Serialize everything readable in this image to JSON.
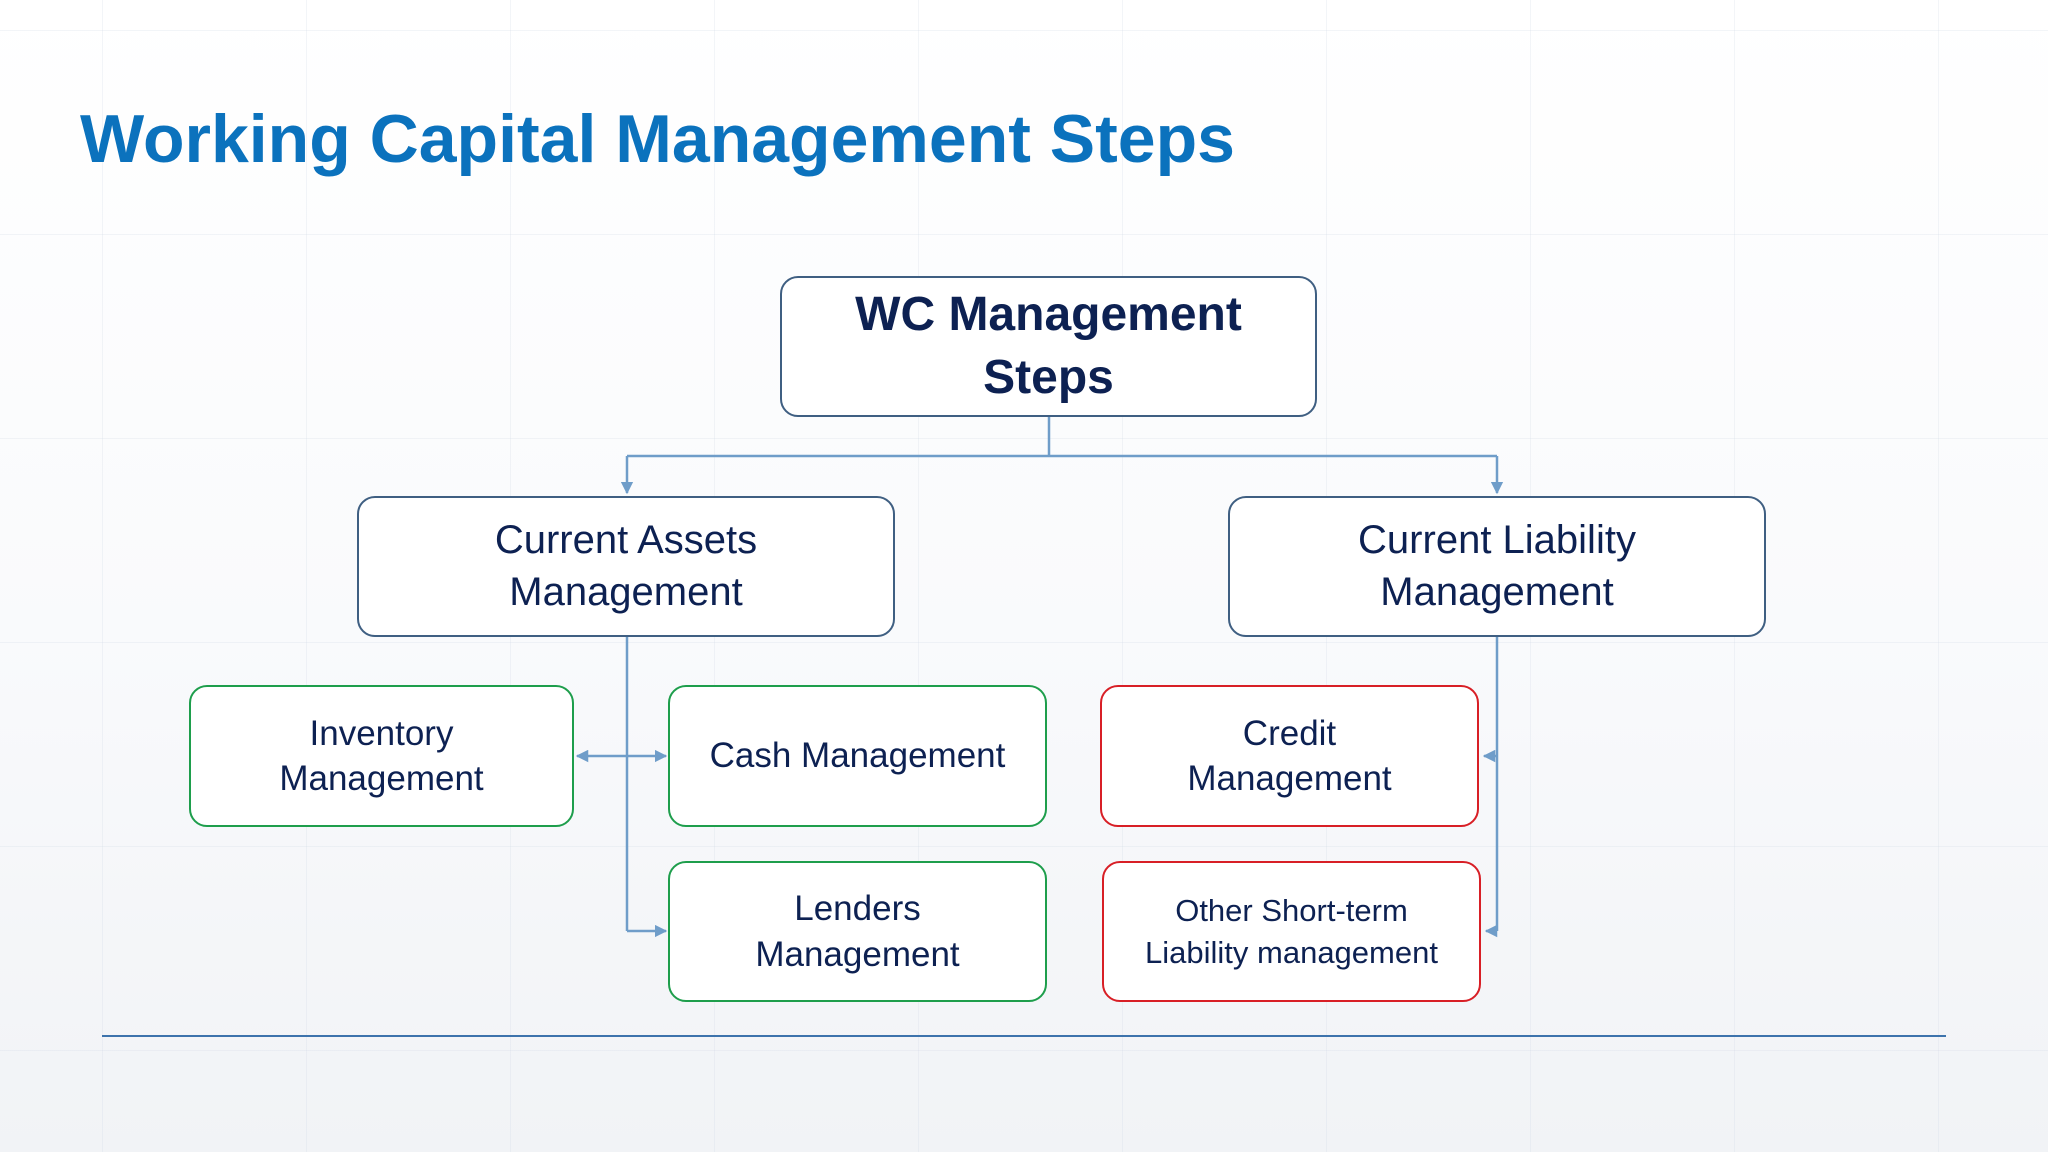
{
  "slide": {
    "title": "Working Capital Management Steps"
  },
  "diagram": {
    "root": {
      "line1": "WC Management",
      "line2": "Steps"
    },
    "branches": {
      "assets": {
        "line1": "Current Assets",
        "line2": "Management"
      },
      "liability": {
        "line1": "Current Liability",
        "line2": "Management"
      }
    },
    "leaves": {
      "inventory": {
        "line1": "Inventory",
        "line2": "Management"
      },
      "cash": {
        "line1": "Cash Management"
      },
      "lenders": {
        "line1": "Lenders",
        "line2": "Management"
      },
      "credit": {
        "line1": "Credit",
        "line2": "Management"
      },
      "other": {
        "line1": "Other Short-term",
        "line2": "Liability management"
      }
    }
  },
  "colors": {
    "title": "#0b72bd",
    "connector": "#6f9dc9",
    "assets_border": "#1e9e4c",
    "liability_border": "#d81f26",
    "node_text": "#0d2152"
  }
}
